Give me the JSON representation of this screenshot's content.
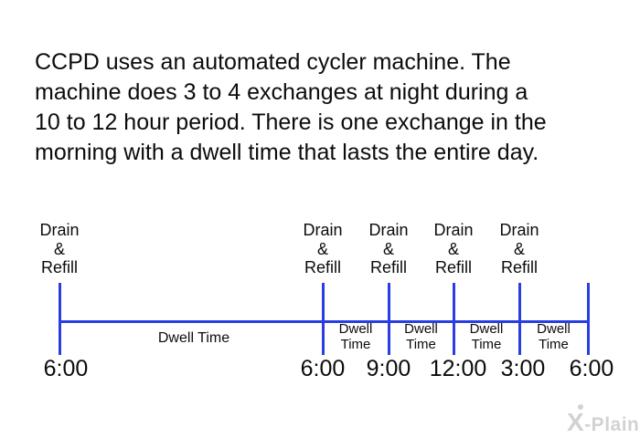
{
  "colors": {
    "line_blue": "#2a3de4",
    "text_black": "#0c0c0c",
    "watermark_gray": "#d2d2d2",
    "background": "#ffffff"
  },
  "intro": {
    "lines": [
      "CCPD uses an automated cycler machine. The",
      "machine does 3 to 4 exchanges at night during a",
      "10 to 12 hour period. There is one exchange in the",
      "morning with a dwell time that lasts the entire day."
    ]
  },
  "timeline": {
    "drain_label_lines": [
      "Drain",
      "&",
      "Refill"
    ],
    "day_dwell_label": "Dwell Time",
    "night_dwell_lines": [
      "Dwell",
      "Time"
    ],
    "times": [
      "6:00",
      "6:00",
      "9:00",
      "12:00",
      "3:00",
      "6:00"
    ]
  },
  "watermark": {
    "text": "X-Plain"
  }
}
